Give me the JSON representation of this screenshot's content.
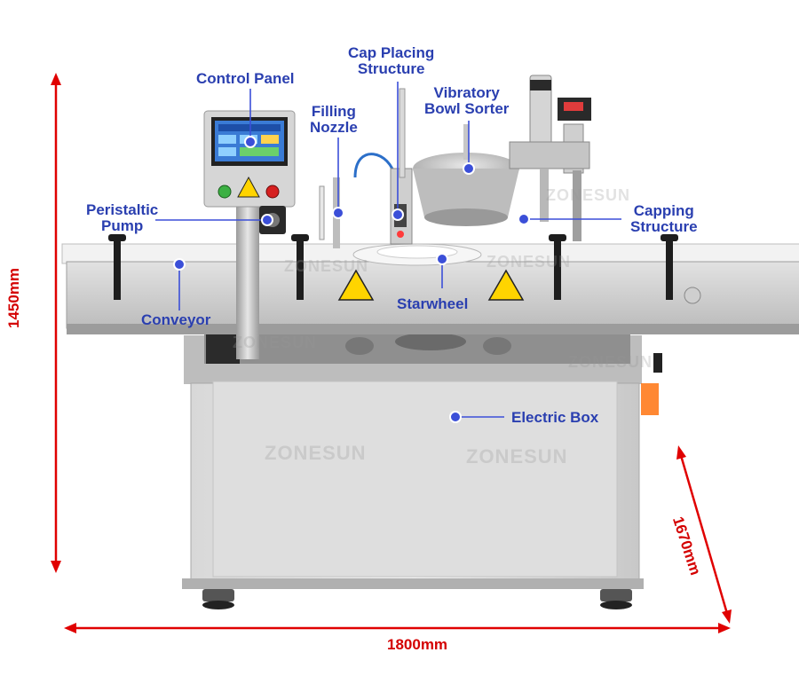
{
  "labels": {
    "control_panel": "Control Panel",
    "cap_placing": "Cap Placing\nStructure",
    "vibratory_bowl": "Vibratory\nBowl Sorter",
    "filling_nozzle": "Filling\nNozzle",
    "peristaltic_pump": "Peristaltic\nPump",
    "capping_structure": "Capping\nStructure",
    "conveyor": "Conveyor",
    "starwheel": "Starwheel",
    "electric_box": "Electric Box"
  },
  "dimensions": {
    "height": "1450mm",
    "width": "1800mm",
    "depth": "1670mm"
  },
  "watermark": "ZONESUN",
  "colors": {
    "label_text": "#2a3fb0",
    "marker": "#3b4fd8",
    "dimension": "#d40000",
    "steel": "#c9c9c9"
  }
}
